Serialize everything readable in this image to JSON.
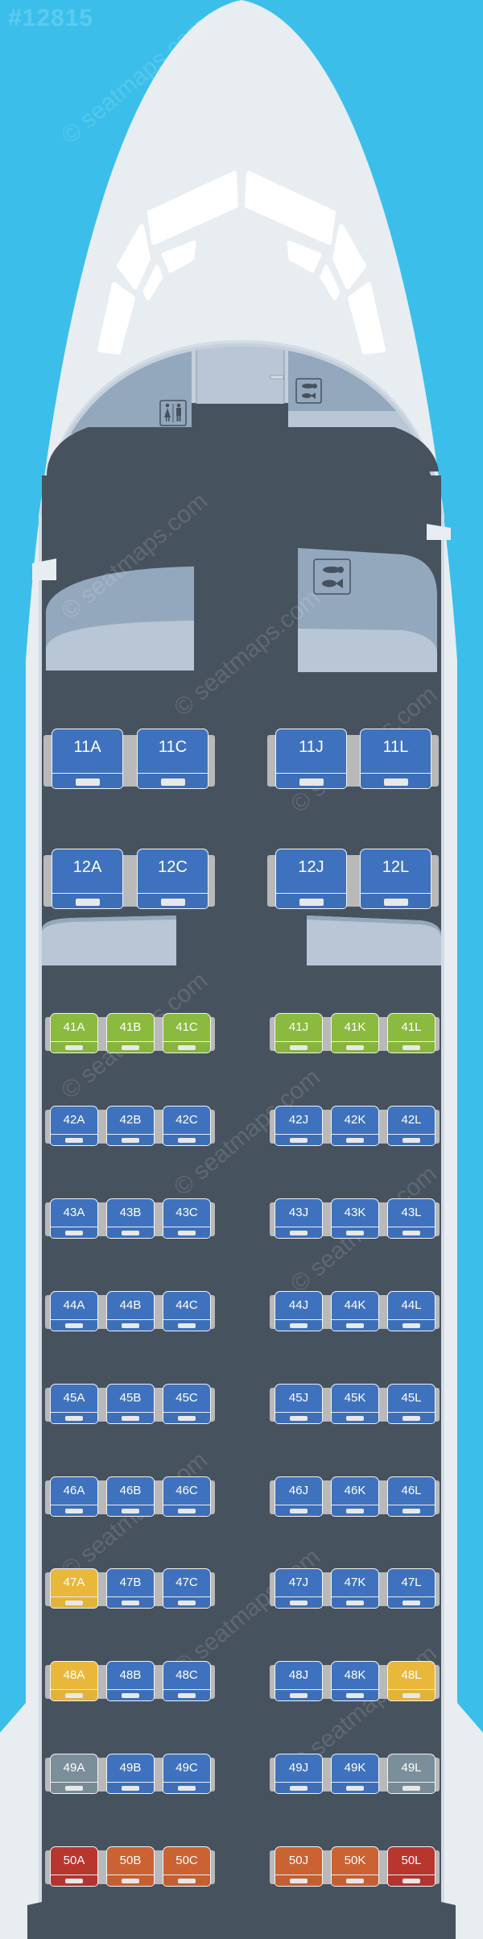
{
  "watermark_id": "#12815",
  "watermark_text": "© seatmaps.com",
  "colors": {
    "background": "#3bbfea",
    "fuselage": "#e8edf1",
    "floor": "#47525f",
    "galley": "#b8c6d5",
    "galley_top": "#94a8bd",
    "seat_blue": "#3f72be",
    "seat_green": "#8bba3f",
    "seat_yellow": "#e9b83b",
    "seat_gray": "#7b8f9a",
    "seat_red": "#b9362f",
    "seat_orange": "#cb6233"
  },
  "facilities": {
    "front_left": "lavatory-icon",
    "front_right": "galley-icon",
    "mid_right": "galley-icon"
  },
  "business_rows": [
    {
      "row": "11",
      "seats": [
        {
          "label": "11A",
          "color": "blue"
        },
        {
          "label": "11C",
          "color": "blue"
        },
        {
          "label": "11J",
          "color": "blue"
        },
        {
          "label": "11L",
          "color": "blue"
        }
      ]
    },
    {
      "row": "12",
      "seats": [
        {
          "label": "12A",
          "color": "blue"
        },
        {
          "label": "12C",
          "color": "blue"
        },
        {
          "label": "12J",
          "color": "blue"
        },
        {
          "label": "12L",
          "color": "blue"
        }
      ]
    }
  ],
  "economy_rows": [
    {
      "row": "41",
      "seats": [
        {
          "label": "41A",
          "color": "green"
        },
        {
          "label": "41B",
          "color": "green"
        },
        {
          "label": "41C",
          "color": "green"
        },
        {
          "label": "41J",
          "color": "green"
        },
        {
          "label": "41K",
          "color": "green"
        },
        {
          "label": "41L",
          "color": "green"
        }
      ]
    },
    {
      "row": "42",
      "seats": [
        {
          "label": "42A",
          "color": "blue"
        },
        {
          "label": "42B",
          "color": "blue"
        },
        {
          "label": "42C",
          "color": "blue"
        },
        {
          "label": "42J",
          "color": "blue"
        },
        {
          "label": "42K",
          "color": "blue"
        },
        {
          "label": "42L",
          "color": "blue"
        }
      ]
    },
    {
      "row": "43",
      "seats": [
        {
          "label": "43A",
          "color": "blue"
        },
        {
          "label": "43B",
          "color": "blue"
        },
        {
          "label": "43C",
          "color": "blue"
        },
        {
          "label": "43J",
          "color": "blue"
        },
        {
          "label": "43K",
          "color": "blue"
        },
        {
          "label": "43L",
          "color": "blue"
        }
      ]
    },
    {
      "row": "44",
      "seats": [
        {
          "label": "44A",
          "color": "blue"
        },
        {
          "label": "44B",
          "color": "blue"
        },
        {
          "label": "44C",
          "color": "blue"
        },
        {
          "label": "44J",
          "color": "blue"
        },
        {
          "label": "44K",
          "color": "blue"
        },
        {
          "label": "44L",
          "color": "blue"
        }
      ]
    },
    {
      "row": "45",
      "seats": [
        {
          "label": "45A",
          "color": "blue"
        },
        {
          "label": "45B",
          "color": "blue"
        },
        {
          "label": "45C",
          "color": "blue"
        },
        {
          "label": "45J",
          "color": "blue"
        },
        {
          "label": "45K",
          "color": "blue"
        },
        {
          "label": "45L",
          "color": "blue"
        }
      ]
    },
    {
      "row": "46",
      "seats": [
        {
          "label": "46A",
          "color": "blue"
        },
        {
          "label": "46B",
          "color": "blue"
        },
        {
          "label": "46C",
          "color": "blue"
        },
        {
          "label": "46J",
          "color": "blue"
        },
        {
          "label": "46K",
          "color": "blue"
        },
        {
          "label": "46L",
          "color": "blue"
        }
      ]
    },
    {
      "row": "47",
      "seats": [
        {
          "label": "47A",
          "color": "yellow"
        },
        {
          "label": "47B",
          "color": "blue"
        },
        {
          "label": "47C",
          "color": "blue"
        },
        {
          "label": "47J",
          "color": "blue"
        },
        {
          "label": "47K",
          "color": "blue"
        },
        {
          "label": "47L",
          "color": "blue"
        }
      ]
    },
    {
      "row": "48",
      "seats": [
        {
          "label": "48A",
          "color": "yellow"
        },
        {
          "label": "48B",
          "color": "blue"
        },
        {
          "label": "48C",
          "color": "blue"
        },
        {
          "label": "48J",
          "color": "blue"
        },
        {
          "label": "48K",
          "color": "blue"
        },
        {
          "label": "48L",
          "color": "yellow"
        }
      ]
    },
    {
      "row": "49",
      "seats": [
        {
          "label": "49A",
          "color": "gray"
        },
        {
          "label": "49B",
          "color": "blue"
        },
        {
          "label": "49C",
          "color": "blue"
        },
        {
          "label": "49J",
          "color": "blue"
        },
        {
          "label": "49K",
          "color": "blue"
        },
        {
          "label": "49L",
          "color": "gray"
        }
      ]
    },
    {
      "row": "50",
      "seats": [
        {
          "label": "50A",
          "color": "red"
        },
        {
          "label": "50B",
          "color": "orange"
        },
        {
          "label": "50C",
          "color": "orange"
        },
        {
          "label": "50J",
          "color": "orange"
        },
        {
          "label": "50K",
          "color": "orange"
        },
        {
          "label": "50L",
          "color": "red"
        }
      ]
    }
  ]
}
